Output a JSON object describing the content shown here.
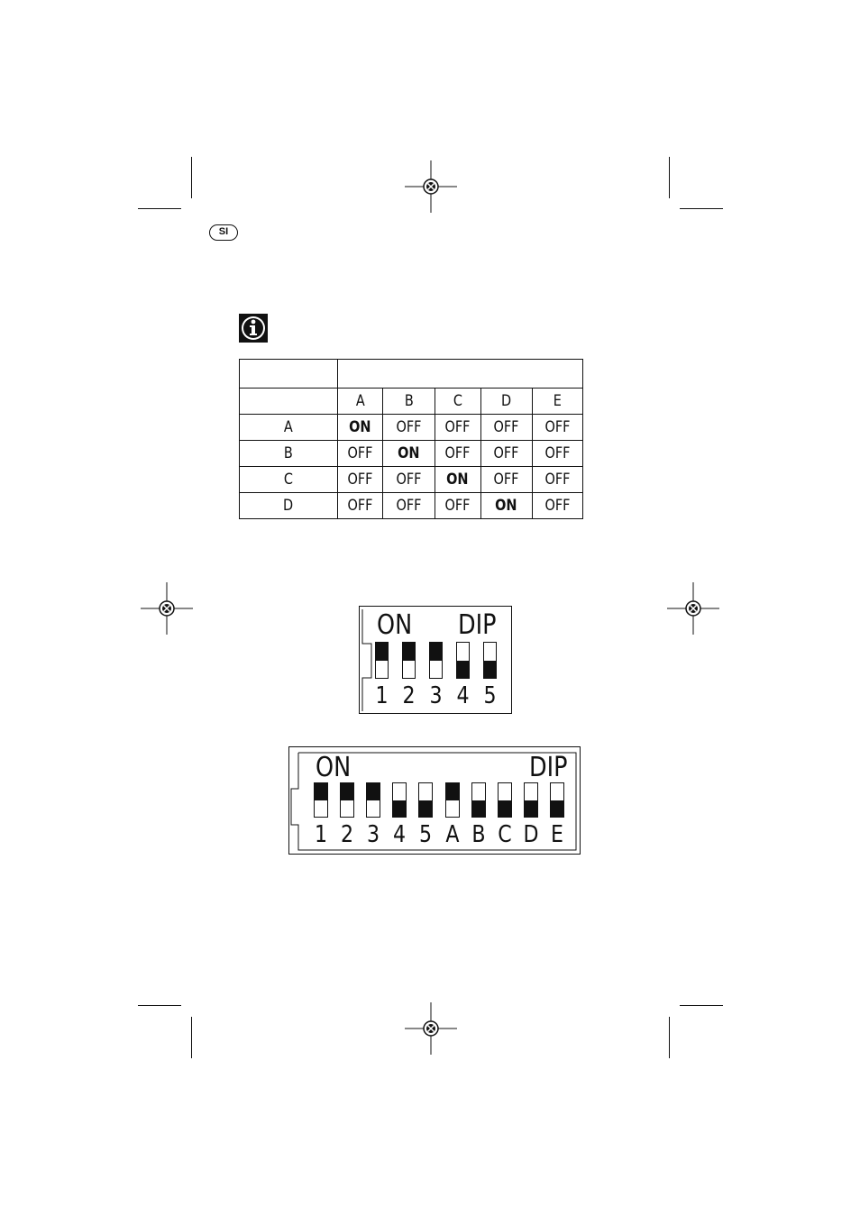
{
  "language_badge": "SI",
  "icons": {
    "info": "info-icon",
    "registration": "crosshair-registration-mark"
  },
  "table": {
    "header_top": [
      "",
      ""
    ],
    "columns": [
      "",
      "A",
      "B",
      "C",
      "D",
      "E"
    ],
    "rows": [
      {
        "label": "A",
        "cells": [
          "ON",
          "OFF",
          "OFF",
          "OFF",
          "OFF"
        ]
      },
      {
        "label": "B",
        "cells": [
          "OFF",
          "ON",
          "OFF",
          "OFF",
          "OFF"
        ]
      },
      {
        "label": "C",
        "cells": [
          "OFF",
          "OFF",
          "ON",
          "OFF",
          "OFF"
        ]
      },
      {
        "label": "D",
        "cells": [
          "OFF",
          "OFF",
          "OFF",
          "ON",
          "OFF"
        ]
      }
    ]
  },
  "dip5": {
    "on_label": "ON",
    "dip_label": "DIP",
    "switches": [
      {
        "number": "1",
        "state": "on"
      },
      {
        "number": "2",
        "state": "on"
      },
      {
        "number": "3",
        "state": "on"
      },
      {
        "number": "4",
        "state": "off"
      },
      {
        "number": "5",
        "state": "off"
      }
    ]
  },
  "dip10": {
    "on_label": "ON",
    "dip_label": "DIP",
    "switches": [
      {
        "number": "1",
        "state": "on"
      },
      {
        "number": "2",
        "state": "on"
      },
      {
        "number": "3",
        "state": "on"
      },
      {
        "number": "4",
        "state": "off"
      },
      {
        "number": "5",
        "state": "off"
      },
      {
        "number": "A",
        "state": "on"
      },
      {
        "number": "B",
        "state": "off"
      },
      {
        "number": "C",
        "state": "off"
      },
      {
        "number": "D",
        "state": "off"
      },
      {
        "number": "E",
        "state": "off"
      }
    ]
  }
}
